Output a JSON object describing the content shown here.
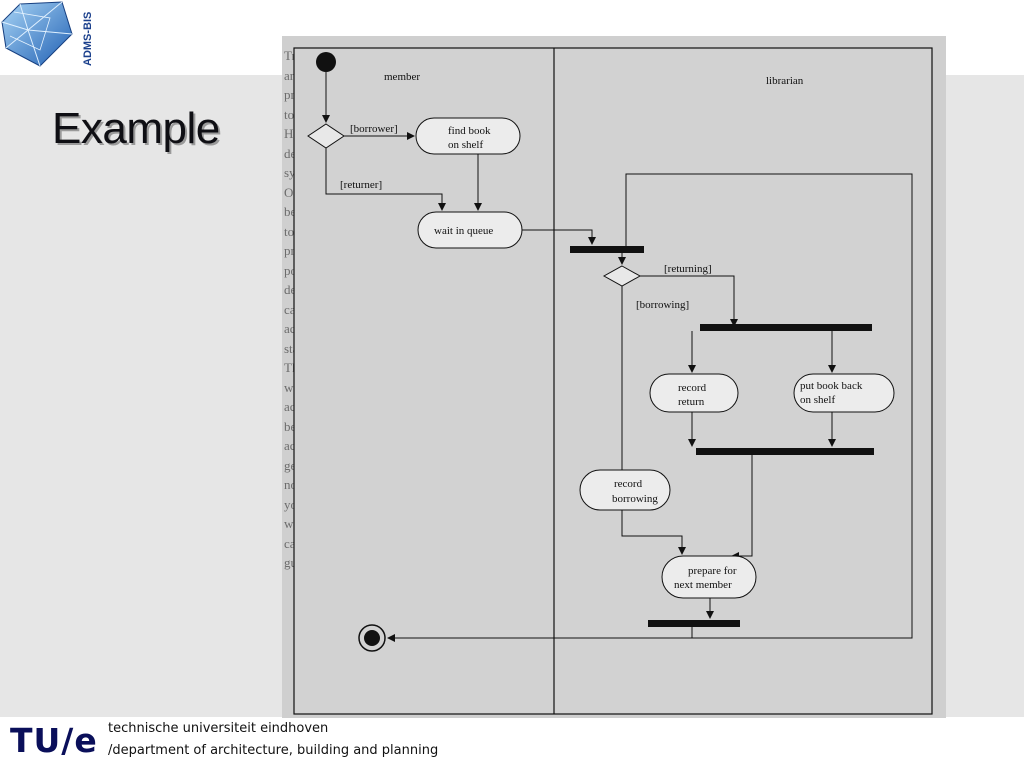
{
  "slide": {
    "title": "Example",
    "brand_vertical": "ADMS-BIS"
  },
  "footer": {
    "tue_logo": "TU/e",
    "university": "technische universiteit eindhoven",
    "department": "/department of architecture, building and planning"
  },
  "background_text_lines": [
    "Transition is shown as an arrow, as in a state diagram. Transitions in an activity diag",
    "are normally not labeled because the transitions are caused by the completion of",
    "previous activity (rather than by another kind of event) and this is usually time-consu",
    "to include actions in the activities rather than on transitions",
    "However there can be several outgoing transitions with guards",
    "depending on the situation.",
    "synchronization bar is a thick horizontal bar describing the coordination of activi",
    "Once all the activities which have transitions leading into the bar are complete, the bar",
    "be passed. At that point, all the transitions leading out of the bar are fired, so the activi",
    "to which those transitions lead are started in parallel. That is, the synchronization bar",
    "provides a way to express things happening for all threads to finish before proce",
    "point, and for several activities in parallel (fork).",
    "decision diamond is used to show decisions, as an alternative to guards on separ",
    "can be used (like an interaction diagram) to show the ordering",
    "activity diagram is particularly",
    "start and stop markers are as in the state diagram.",
    "The main differences between activity diagrams and state diagrams, apart from the activ",
    "we have just described, are that:",
    "activity diagrams do not normally include events, because the only events of interest",
    "be completions of the activities, which don't have to be shown explicitly",
    "activity is intended to proceed, following the flow described by the diagram, with",
    "getting stuck. So the fact that there are guards on transitions out of an acti",
    "normally exactly one of the guards will be satisfied. This isn't a universal rule; some",
    "you might want a last stage of activity in some circumstances but not others, so you",
    "want to model the system to have non-exhausting guards, that is, to add an event to the",
    "case that no guard is satisfied. However, if you use a decision diamond rather than",
    "guards, then UML 1.1 says the options must be exhaustive."
  ],
  "diagram": {
    "swimlanes": [
      "member",
      "librarian"
    ],
    "activities": {
      "find_book": [
        "find book",
        "on shelf"
      ],
      "wait_queue": "wait in queue",
      "record_return": [
        "record",
        "return"
      ],
      "put_back": [
        "put book back",
        "on shelf"
      ],
      "record_borrowing": [
        "record",
        "borrowing"
      ],
      "prepare": [
        "prepare for",
        "next  member"
      ]
    },
    "guards": {
      "borrower": "[borrower]",
      "returner": "[returner]",
      "returning": "[returning]",
      "borrowing": "[borrowing]"
    }
  }
}
